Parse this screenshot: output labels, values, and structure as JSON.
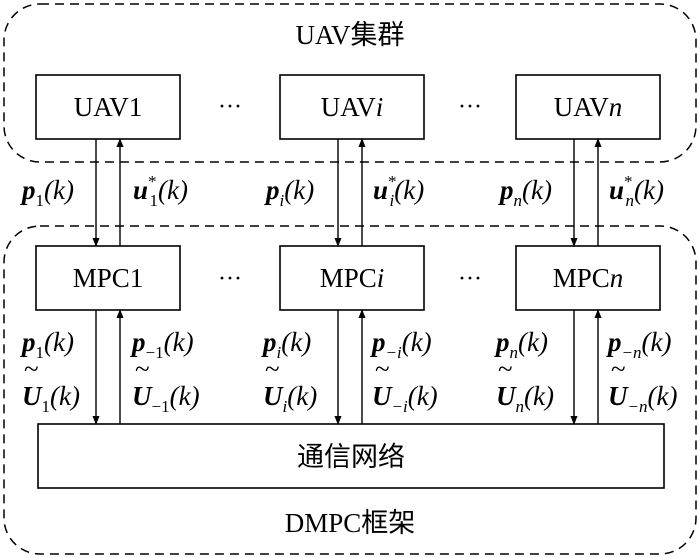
{
  "groups": {
    "uav_cluster_label": "UAV集群",
    "dmpc_framework_label": "DMPC框架"
  },
  "uavs": [
    {
      "base": "UAV",
      "idx": "1"
    },
    {
      "base": "UAV",
      "idx": "i"
    },
    {
      "base": "UAV",
      "idx": "n"
    }
  ],
  "mpcs": [
    {
      "base": "MPC",
      "idx": "1"
    },
    {
      "base": "MPC",
      "idx": "i"
    },
    {
      "base": "MPC",
      "idx": "n"
    }
  ],
  "ellipsis": "···",
  "network": {
    "label": "通信网络"
  },
  "signals_upper": [
    {
      "p_sub": "1",
      "u_sub": "1",
      "star": "*",
      "arg": "(k)"
    },
    {
      "p_sub": "i",
      "u_sub": "i",
      "star": "*",
      "arg": "(k)"
    },
    {
      "p_sub": "n",
      "u_sub": "n",
      "star": "*",
      "arg": "(k)"
    }
  ],
  "signals_lower": [
    {
      "p_sub": "1",
      "pm_sub": "−1",
      "U_sub": "1",
      "Um_sub": "−1",
      "arg": "(k)"
    },
    {
      "p_sub": "i",
      "pm_sub": "−i",
      "U_sub": "i",
      "Um_sub": "−i",
      "arg": "(k)"
    },
    {
      "p_sub": "n",
      "pm_sub": "−n",
      "U_sub": "n",
      "Um_sub": "−n",
      "arg": "(k)"
    }
  ],
  "symbols": {
    "p": "p",
    "u": "u",
    "U": "U",
    "tilde": "~"
  }
}
